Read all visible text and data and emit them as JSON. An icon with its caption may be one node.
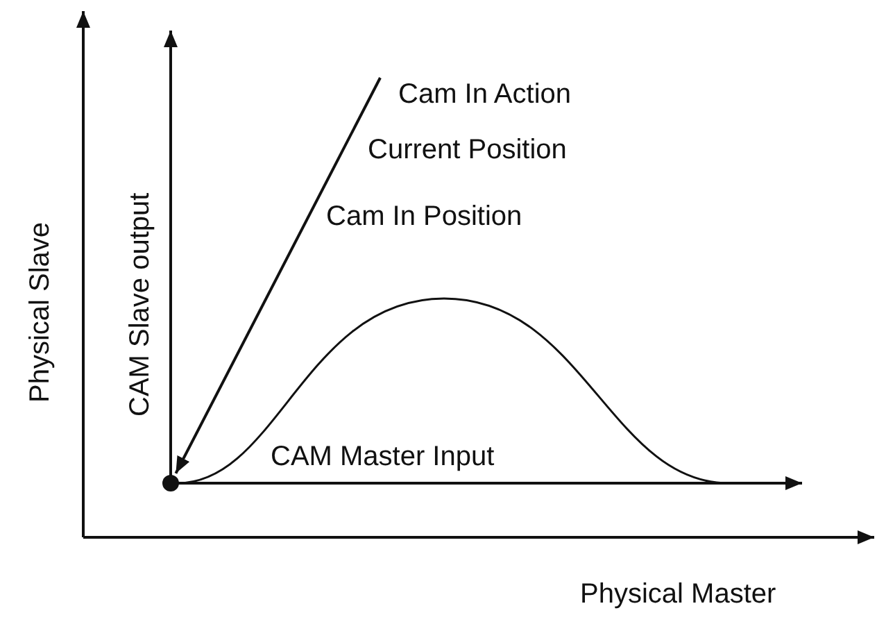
{
  "diagram": {
    "nodes": [
      {
        "text": [
          "Cam In Action",
          "Current Position",
          "Cam In Position"
        ]
      },
      {
        "text": [],
        "shape": "circle"
      }
    ],
    "edges": [
      {
        "from": 0,
        "to": 1,
        "arrow": "to"
      }
    ],
    "labels": [
      "Physical Slave",
      "CAM Slave output",
      "CAM Master Input",
      "Physical Master"
    ]
  }
}
